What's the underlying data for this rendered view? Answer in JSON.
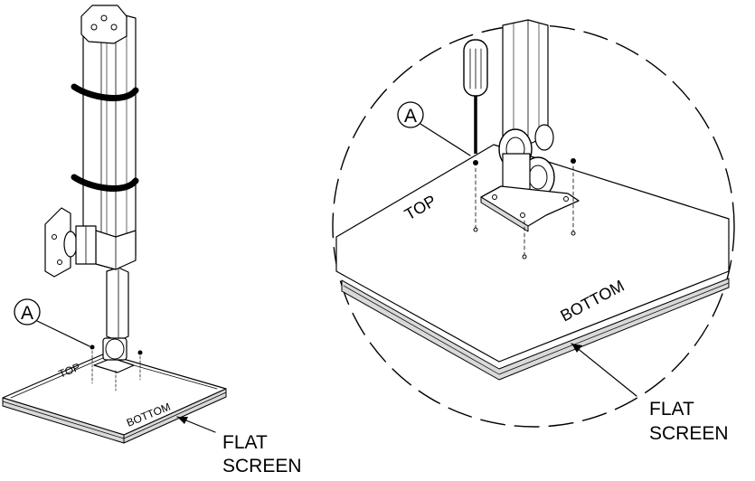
{
  "left_view": {
    "callout_letter": "A",
    "surface_top_label": "TOP",
    "surface_bottom_label": "BOTTOM",
    "screen_label_line1": "FLAT",
    "screen_label_line2": "SCREEN"
  },
  "detail_view": {
    "callout_letter": "A",
    "surface_top_label": "TOP",
    "surface_bottom_label": "BOTTOM",
    "screen_label_line1": "FLAT",
    "screen_label_line2": "SCREEN"
  }
}
